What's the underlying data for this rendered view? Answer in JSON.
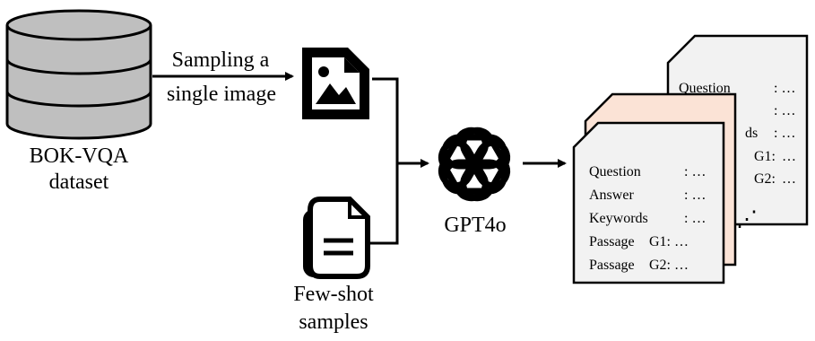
{
  "dataset": {
    "icon": "database-cylinder-icon",
    "label_line1": "BOK-VQA",
    "label_line2": "dataset"
  },
  "sampling": {
    "label_line1": "Sampling a",
    "label_line2": "single image",
    "icon": "image-file-icon"
  },
  "few_shot": {
    "icon": "documents-icon",
    "label_line1": "Few-shot",
    "label_line2": "samples"
  },
  "model": {
    "icon": "openai-logo-icon",
    "label": "GPT4o"
  },
  "output_cards": {
    "back_card": {
      "rows": [
        {
          "label": "Question",
          "sep": ": …"
        },
        {
          "label": "",
          "sep": ": …"
        },
        {
          "label": "ds",
          "sep": ": …"
        },
        {
          "label": "G1:",
          "sep": "…"
        },
        {
          "label": "G2:",
          "sep": "…"
        }
      ]
    },
    "front_card": {
      "rows": [
        {
          "label": "Question",
          "sep": ": …"
        },
        {
          "label": "Answer",
          "sep": ": …"
        },
        {
          "label": "Keywords",
          "sep": ": …"
        },
        {
          "label": "Passage",
          "sep": "G1: …"
        },
        {
          "label": "Passage",
          "sep": "G2: …"
        }
      ]
    },
    "ellipsis": "⋰",
    "middle_card_color": "#fbe3d6"
  }
}
